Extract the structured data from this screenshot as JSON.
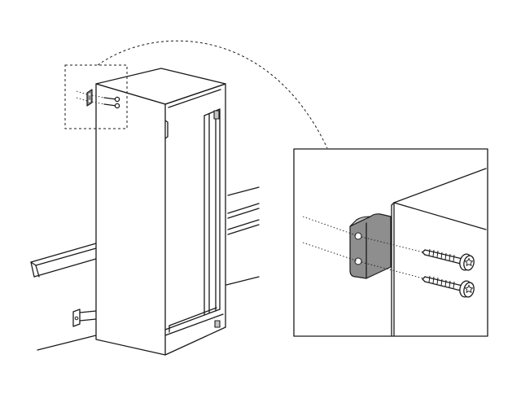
{
  "figure": {
    "background": "#ffffff",
    "line_color": "#1a1a1a",
    "bracket_fill": "#8e8e8e",
    "screw_head_icon": "torx-star",
    "parts": [
      "cabinet",
      "wall-rail",
      "floor-bracket",
      "top-bracket",
      "wood-screw",
      "wood-screw"
    ]
  }
}
